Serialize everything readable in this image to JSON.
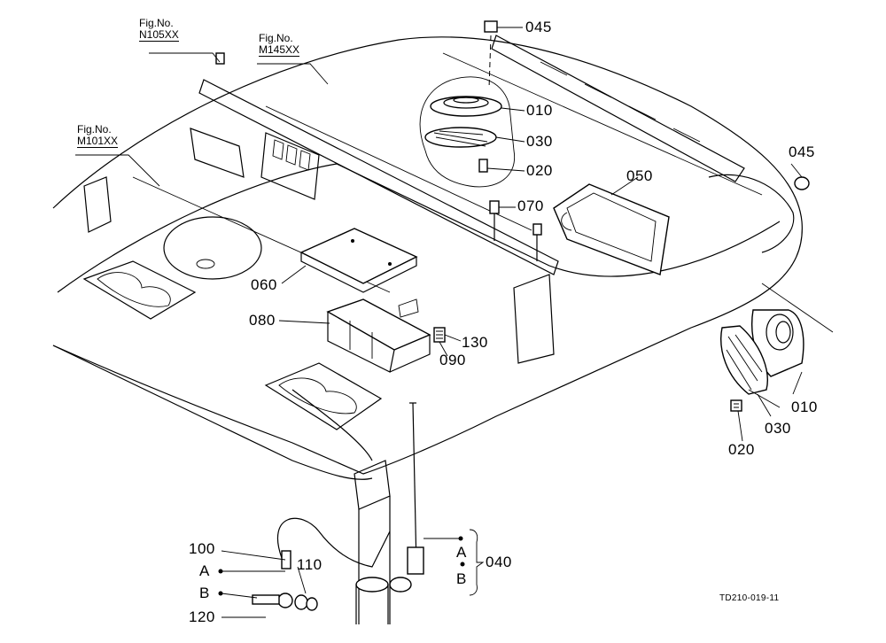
{
  "figure_refs": [
    {
      "id": "fig_n105",
      "prefix": "Fig.No.",
      "number": "N105XX"
    },
    {
      "id": "fig_m145",
      "prefix": "Fig.No.",
      "number": "M145XX"
    },
    {
      "id": "fig_m101",
      "prefix": "Fig.No.",
      "number": "M101XX"
    }
  ],
  "part_labels": {
    "p045_top": "045",
    "p010_top": "010",
    "p030_top": "030",
    "p020_top": "020",
    "p045_right": "045",
    "p050": "050",
    "p070": "070",
    "p060": "060",
    "p080": "080",
    "p130": "130",
    "p090": "090",
    "p010_right": "010",
    "p030_right": "030",
    "p020_right": "020",
    "p100": "100",
    "pA_left": "A",
    "p110": "110",
    "pB_left": "B",
    "p120": "120",
    "pA_right": "A",
    "pB_right": "B",
    "p040": "040"
  },
  "drawing_code": "TD210-019-11"
}
